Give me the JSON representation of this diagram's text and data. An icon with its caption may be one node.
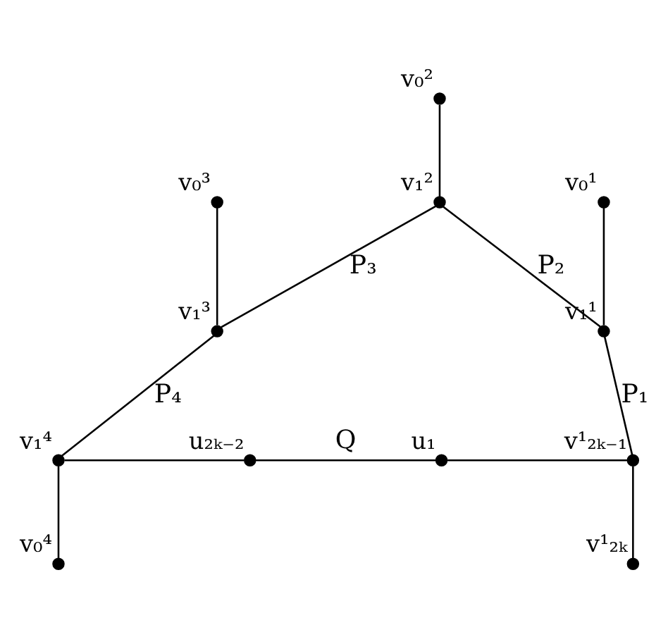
{
  "diagram": {
    "nodes": [
      {
        "text": [],
        "shape": "circle",
        "beside": [
          "v₀²"
        ]
      },
      {
        "text": [],
        "shape": "circle",
        "beside": [
          "v₁²"
        ]
      },
      {
        "text": [],
        "shape": "circle",
        "beside": [
          "v₀³"
        ]
      },
      {
        "text": [],
        "shape": "circle",
        "beside": [
          "v₀¹"
        ]
      },
      {
        "text": [],
        "shape": "circle",
        "beside": [
          "v₁³"
        ]
      },
      {
        "text": [],
        "shape": "circle",
        "beside": [
          "v₁¹"
        ]
      },
      {
        "text": [],
        "shape": "circle",
        "beside": [
          "v₁⁴"
        ]
      },
      {
        "text": [],
        "shape": "circle",
        "beside": [
          "u₂ₖ₋₂"
        ]
      },
      {
        "text": [],
        "shape": "circle",
        "beside": [
          "u₁"
        ]
      },
      {
        "text": [],
        "shape": "circle",
        "beside": [
          "v¹₂ₖ₋₁"
        ]
      },
      {
        "text": [],
        "shape": "circle",
        "beside": [
          "v₀⁴"
        ]
      },
      {
        "text": [],
        "shape": "circle",
        "beside": [
          "v¹₂ₖ"
        ]
      }
    ],
    "edges": [
      {
        "from": 0,
        "to": 1,
        "arrow": "none"
      },
      {
        "from": 1,
        "to": 4,
        "arrow": "none",
        "label": "P₃"
      },
      {
        "from": 1,
        "to": 5,
        "arrow": "none",
        "label": "P₂"
      },
      {
        "from": 2,
        "to": 4,
        "arrow": "none"
      },
      {
        "from": 3,
        "to": 5,
        "arrow": "none"
      },
      {
        "from": 4,
        "to": 6,
        "arrow": "none",
        "label": "P₄"
      },
      {
        "from": 5,
        "to": 9,
        "arrow": "none",
        "label": "P₁"
      },
      {
        "from": 6,
        "to": 7,
        "arrow": "none"
      },
      {
        "from": 7,
        "to": 8,
        "arrow": "none",
        "label": "Q"
      },
      {
        "from": 8,
        "to": 9,
        "arrow": "none"
      },
      {
        "from": 10,
        "to": 6,
        "arrow": "none"
      },
      {
        "from": 9,
        "to": 11,
        "arrow": "none"
      }
    ]
  }
}
